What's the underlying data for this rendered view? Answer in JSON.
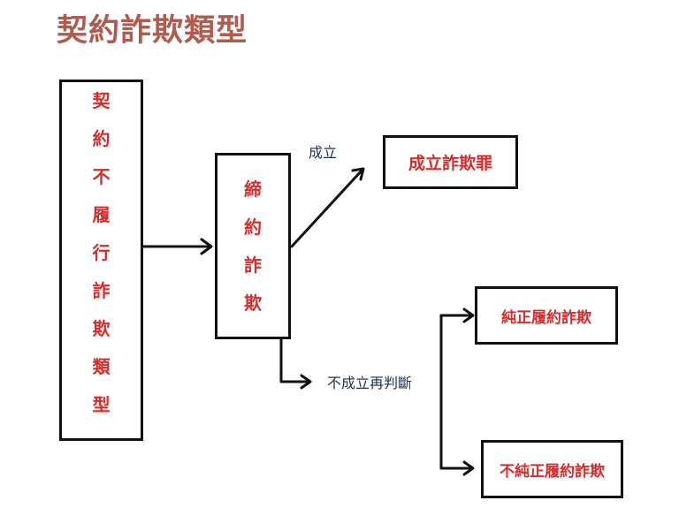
{
  "title": "契約詐欺類型",
  "boxes": {
    "main": [
      "契",
      "約",
      "不",
      "履",
      "行",
      "詐",
      "欺",
      "類",
      "型"
    ],
    "middle": [
      "締",
      "約",
      "詐",
      "欺"
    ],
    "established": "成立詐欺罪",
    "pure": "純正履約詐欺",
    "impure": "不純正履約詐欺"
  },
  "labels": {
    "established": "成立",
    "not_established": "不成立再判斷"
  },
  "colors": {
    "title": "#b15a4e",
    "box_text": "#d42d2d",
    "label_text": "#1f2f4d",
    "line": "#111111"
  }
}
